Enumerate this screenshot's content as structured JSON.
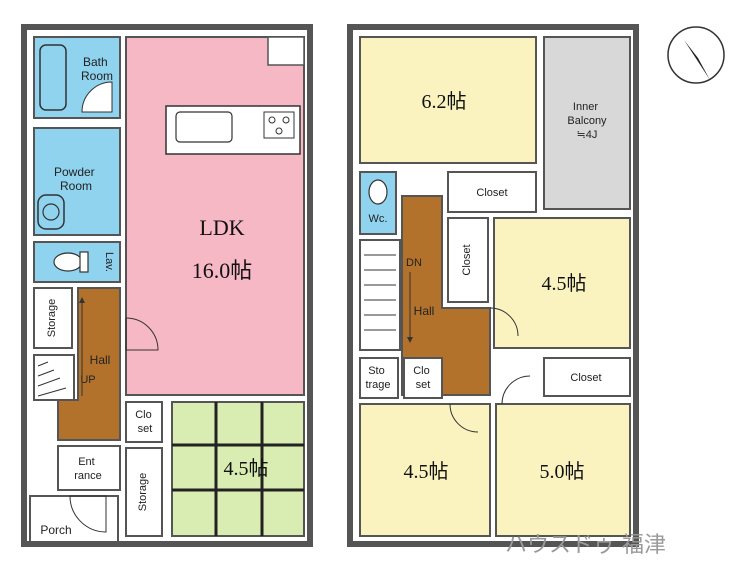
{
  "first_floor": {
    "bath": "Bath\nRoom",
    "powder": "Powder\nRoom",
    "lav": "Lav.",
    "storage_left": "Storage",
    "hall": "Hall",
    "up": "UP",
    "ldk_name": "LDK",
    "ldk_size": "16.0帖",
    "closet": "Clo\nset",
    "storage_bottom": "Storage",
    "entrance": "Ent\nrance",
    "japanese_room": "4.5帖",
    "porch": "Porch"
  },
  "second_floor": {
    "room_top": "6.2帖",
    "balcony": "Inner\nBalcony\n≒4J",
    "closet_top": "Closet",
    "wc": "Wc.",
    "dn": "DN",
    "closet_vertical": "Closet",
    "room_right": "4.5帖",
    "hall": "Hall",
    "storage": "Sto\ntrage",
    "closet_small": "Clo\nset",
    "closet_bottom": "Closet",
    "room_bottom_left": "4.5帖",
    "room_bottom_right": "5.0帖"
  },
  "watermark": "ハウスドゥ 福津",
  "colors": {
    "wall": "#555555",
    "bath": "#8fd3ef",
    "ldk": "#f7b8c6",
    "hall": "#b3722c",
    "japanese": "#d9ecb2",
    "room": "#faf3c0",
    "balcony": "#d8d8d8"
  }
}
